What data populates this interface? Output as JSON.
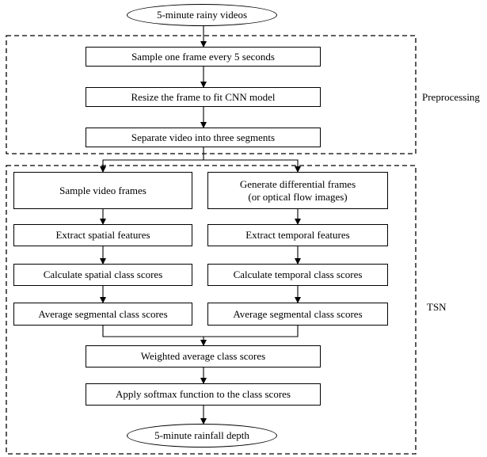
{
  "nodes": {
    "start": "5-minute rainy videos",
    "sample_frame": "Sample one frame every 5 seconds",
    "resize": "Resize the frame to fit CNN model",
    "separate": "Separate video into three segments",
    "sample_video": "Sample video frames",
    "gen_diff": "Generate differential frames\n(or optical flow images)",
    "extract_spatial": "Extract spatial features",
    "extract_temporal": "Extract temporal features",
    "calc_spatial": "Calculate spatial class scores",
    "calc_temporal": "Calculate temporal class scores",
    "avg_left": "Average segmental class scores",
    "avg_right": "Average segmental class scores",
    "weighted": "Weighted average class scores",
    "softmax": "Apply softmax function to the class scores",
    "end": "5-minute rainfall depth"
  },
  "regions": {
    "preprocessing": "Preprocessing",
    "tsn": "TSN"
  },
  "colors": {
    "stroke": "#000000",
    "background": "#ffffff"
  }
}
